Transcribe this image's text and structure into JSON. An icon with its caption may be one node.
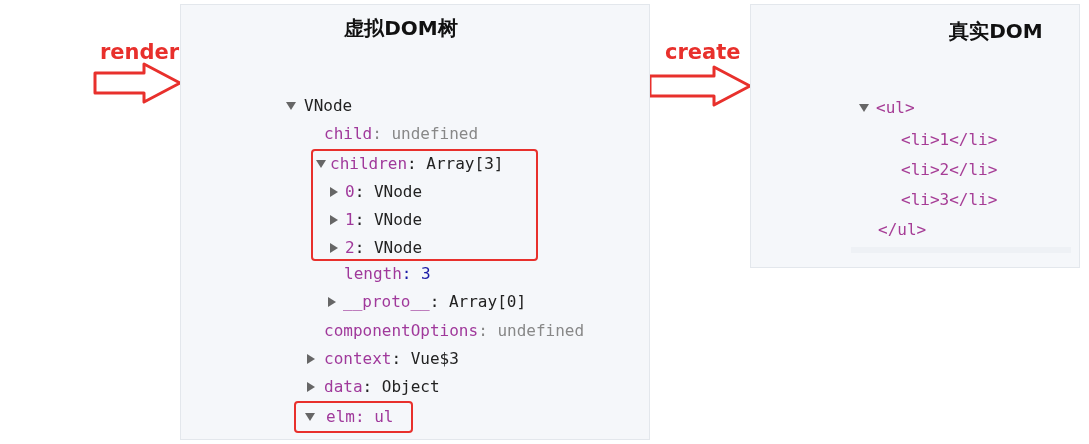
{
  "diagram": {
    "nodes": [
      {
        "text": [
          "虚拟DOM树",
          "VNode",
          "child: undefined",
          "length: 3",
          "__proto__: Array[0]",
          "componentOptions: undefined",
          "context: Vue$3",
          "data: Object"
        ]
      },
      {
        "text": [
          "children: Array[3]",
          "0: VNode",
          "1: VNode",
          "2: VNode"
        ],
        "in": 0
      },
      {
        "text": [
          "elm: ul"
        ],
        "in": 0
      },
      {
        "text": [
          "真实DOM",
          "<ul>",
          "<li>1</li>",
          "<li>2</li>",
          "<li>3</li>",
          "</ul>"
        ]
      }
    ],
    "edges": [
      {
        "from": null,
        "to": 0,
        "arrow": "to",
        "label": "render"
      },
      {
        "from": 0,
        "to": 3,
        "arrow": "to",
        "label": "create"
      }
    ]
  }
}
